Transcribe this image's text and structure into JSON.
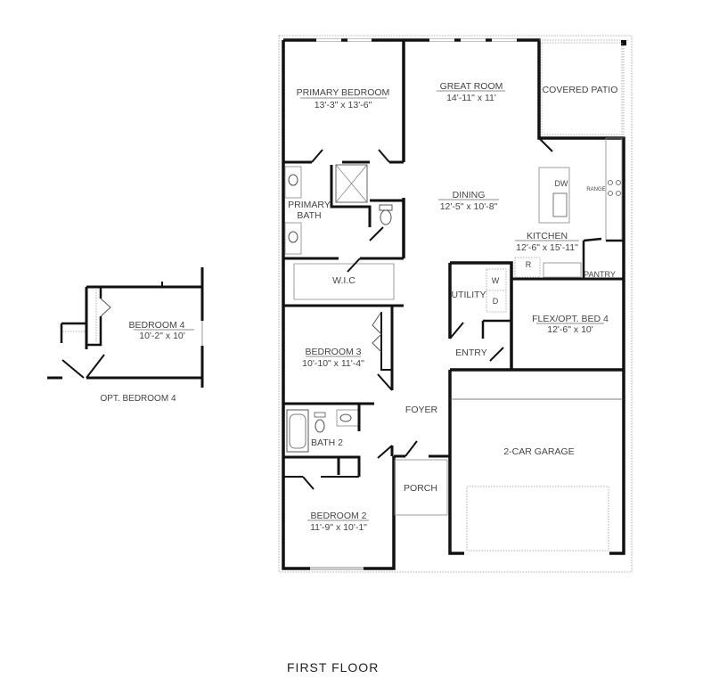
{
  "plan": {
    "title": "FIRST FLOOR",
    "rooms": {
      "primary_bedroom": {
        "name": "PRIMARY BEDROOM",
        "dims": "13'-3\" x 13'-6\""
      },
      "great_room": {
        "name": "GREAT ROOM",
        "dims": "14'-11\" x 11'"
      },
      "covered_patio": {
        "name": "COVERED PATIO"
      },
      "primary_bath": {
        "name_line1": "PRIMARY",
        "name_line2": "BATH"
      },
      "dining": {
        "name": "DINING",
        "dims": "12'-5\" x 10'-8\""
      },
      "kitchen": {
        "name": "KITCHEN",
        "dims": "12'-6\" x 15'-11\""
      },
      "wic": {
        "name": "W.I.C"
      },
      "pantry": {
        "name": "PANTRY"
      },
      "utility": {
        "name": "UTILITY"
      },
      "flex": {
        "name": "FLEX/OPT. BED 4",
        "dims": "12'-6\" x 10'"
      },
      "bedroom3": {
        "name": "BEDROOM 3",
        "dims": "10'-10\" x 11'-4\""
      },
      "entry": {
        "name": "ENTRY"
      },
      "foyer": {
        "name": "FOYER"
      },
      "bath2": {
        "name": "BATH 2"
      },
      "garage": {
        "name": "2-CAR GARAGE"
      },
      "porch": {
        "name": "PORCH"
      },
      "bedroom2": {
        "name": "BEDROOM 2",
        "dims": "11'-9\" x 10'-1\""
      }
    },
    "appliances": {
      "dishwasher": "DW",
      "range": "RANGE",
      "refrigerator": "R",
      "washer": "W",
      "dryer": "D"
    }
  },
  "option": {
    "caption": "OPT. BEDROOM 4",
    "room": {
      "name": "BEDROOM 4",
      "dims": "10'-2\" x 10'"
    }
  }
}
